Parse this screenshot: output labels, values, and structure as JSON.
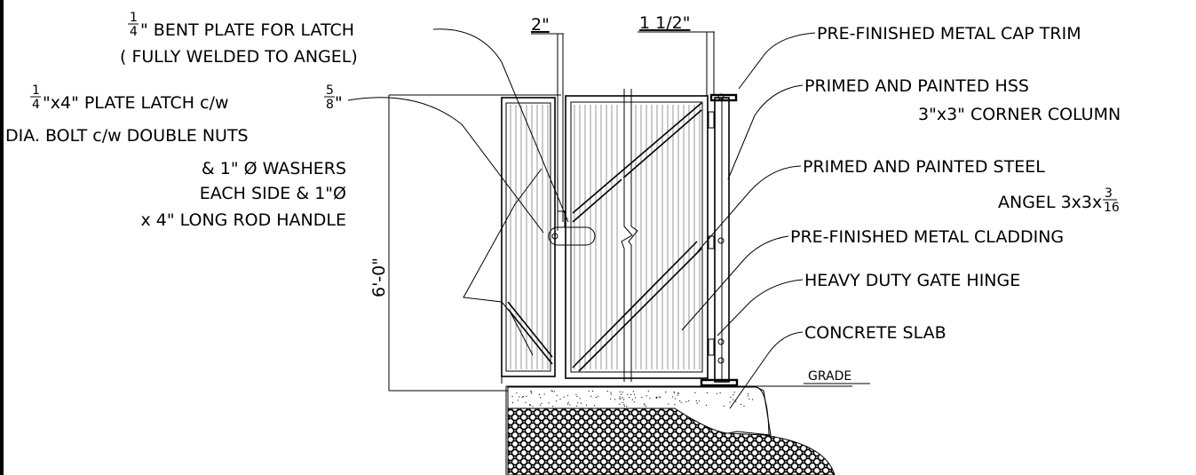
{
  "dimensions": {
    "top_left": "2\"",
    "top_right": "1 1/2\"",
    "height": "6'-0\""
  },
  "notes_left": {
    "bent_plate": {
      "frac": "1/4",
      "line1": "\" BENT PLATE FOR LATCH",
      "line2": "( FULLY WELDED TO ANGEL)"
    },
    "latch": {
      "frac1": "1/4",
      "line1a": "\"x4\" PLATE LATCH c/w",
      "frac2": "5/8",
      "line1b": "\"",
      "line2": "DIA. BOLT c/w DOUBLE NUTS",
      "line3": "& 1\" Ø WASHERS",
      "line4": "EACH SIDE & 1\"Ø",
      "line5": "x 4\" LONG ROD HANDLE"
    }
  },
  "notes_right": {
    "cap_trim": "PRE-FINISHED METAL CAP TRIM",
    "hss_line1": "PRIMED AND PAINTED HSS",
    "hss_line2": "3\"x3\" CORNER COLUMN",
    "angle_line1": "PRIMED AND PAINTED STEEL",
    "angle_line2": "ANGEL 3x3x",
    "angle_frac": "3/16",
    "cladding": "PRE-FINISHED METAL CLADDING",
    "hinge": "HEAVY DUTY GATE HINGE",
    "slab": "CONCRETE SLAB",
    "grade": "GRADE"
  }
}
